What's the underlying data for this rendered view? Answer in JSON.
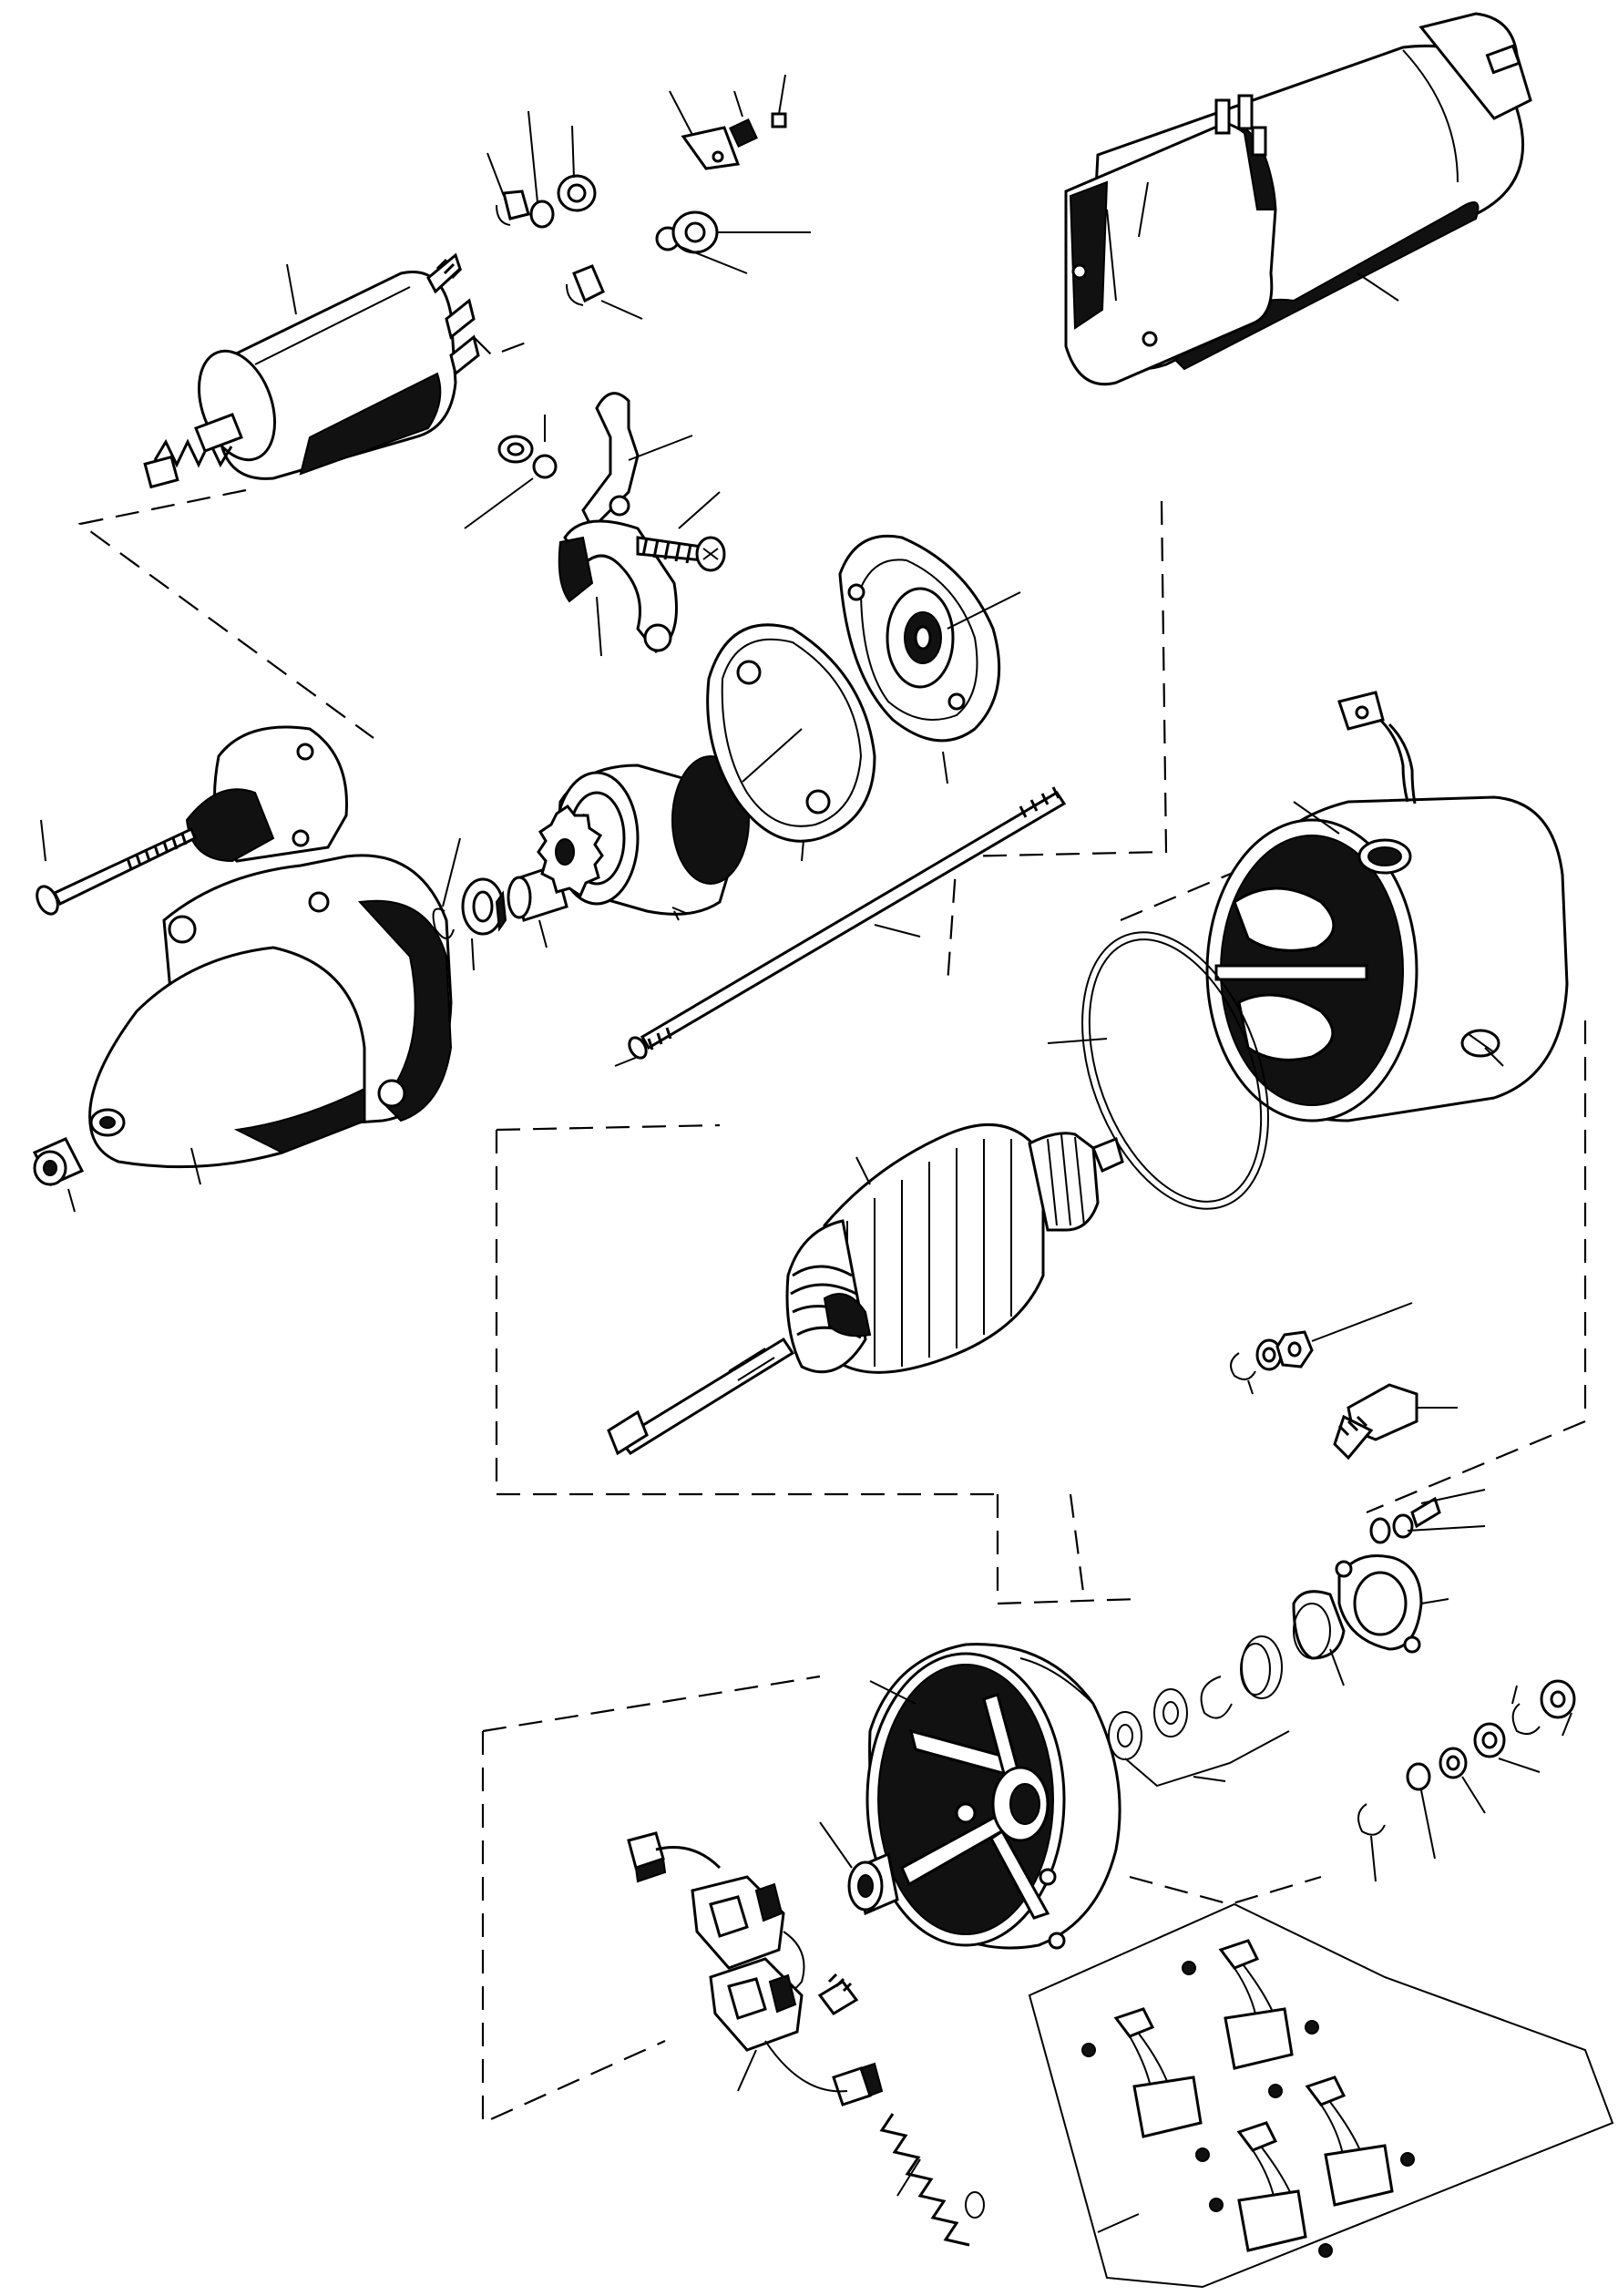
{
  "diagram": {
    "type": "exploded-view",
    "subject": "starter-motor",
    "colors": {
      "line": "#000000",
      "background": "#ffffff"
    },
    "parts": [
      "assembled-starter-motor",
      "solenoid",
      "solenoid-terminal-hardware",
      "shift-lever-fork",
      "pivot-bolt",
      "drive-end-housing",
      "housing-bolt",
      "nose-bushing",
      "snap-ring",
      "stop-collar",
      "drive-pinion-clutch",
      "thrust-washer-plate",
      "gasket-plate",
      "through-bolt",
      "yoke-field-frame",
      "o-ring-seal",
      "armature",
      "terminal-nuts-washers",
      "terminal-bolt",
      "commutator-end-frame",
      "end-cap-gasket",
      "brush-holder-assembly",
      "brush-spring",
      "brush-set"
    ]
  }
}
